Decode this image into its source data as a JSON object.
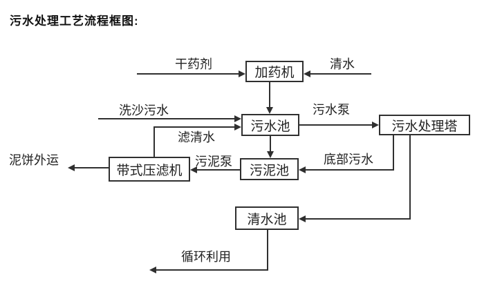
{
  "title": "污水处理工艺流程框图:",
  "diagram": {
    "nodes": [
      {
        "id": "dosing-machine",
        "label": "加药机"
      },
      {
        "id": "sewage-pool",
        "label": "污水池"
      },
      {
        "id": "sewage-treatment-tower",
        "label": "污水处理塔"
      },
      {
        "id": "sludge-pool",
        "label": "污泥池"
      },
      {
        "id": "belt-filter-press",
        "label": "带式压滤机"
      },
      {
        "id": "clean-water-pool",
        "label": "清水池"
      }
    ],
    "edges": [
      {
        "from": "dry-agent-input",
        "to": "dosing-machine",
        "label": "干药剂"
      },
      {
        "from": "clean-water-input",
        "to": "dosing-machine",
        "label": "清水"
      },
      {
        "from": "dosing-machine",
        "to": "sewage-pool",
        "label": ""
      },
      {
        "from": "sand-washing-input",
        "to": "sewage-pool",
        "label": "洗沙污水"
      },
      {
        "from": "belt-filter-press",
        "to": "sewage-pool",
        "label": "滤清水"
      },
      {
        "from": "sewage-pool",
        "to": "sewage-treatment-tower",
        "label": "污水泵"
      },
      {
        "from": "sewage-pool",
        "to": "sludge-pool",
        "label": ""
      },
      {
        "from": "sludge-pool",
        "to": "belt-filter-press",
        "label": "污泥泵"
      },
      {
        "from": "belt-filter-press",
        "to": "mud-cake-outbound",
        "label": "泥饼外运"
      },
      {
        "from": "sewage-treatment-tower",
        "to": "sludge-pool",
        "label": "底部污水"
      },
      {
        "from": "sewage-treatment-tower",
        "to": "clean-water-pool",
        "label": ""
      },
      {
        "from": "clean-water-pool",
        "to": "recycle-outbound",
        "label": "循环利用"
      }
    ],
    "colors": {
      "background": "#ffffff",
      "line": "#2f2f2f",
      "text": "#222222"
    }
  }
}
